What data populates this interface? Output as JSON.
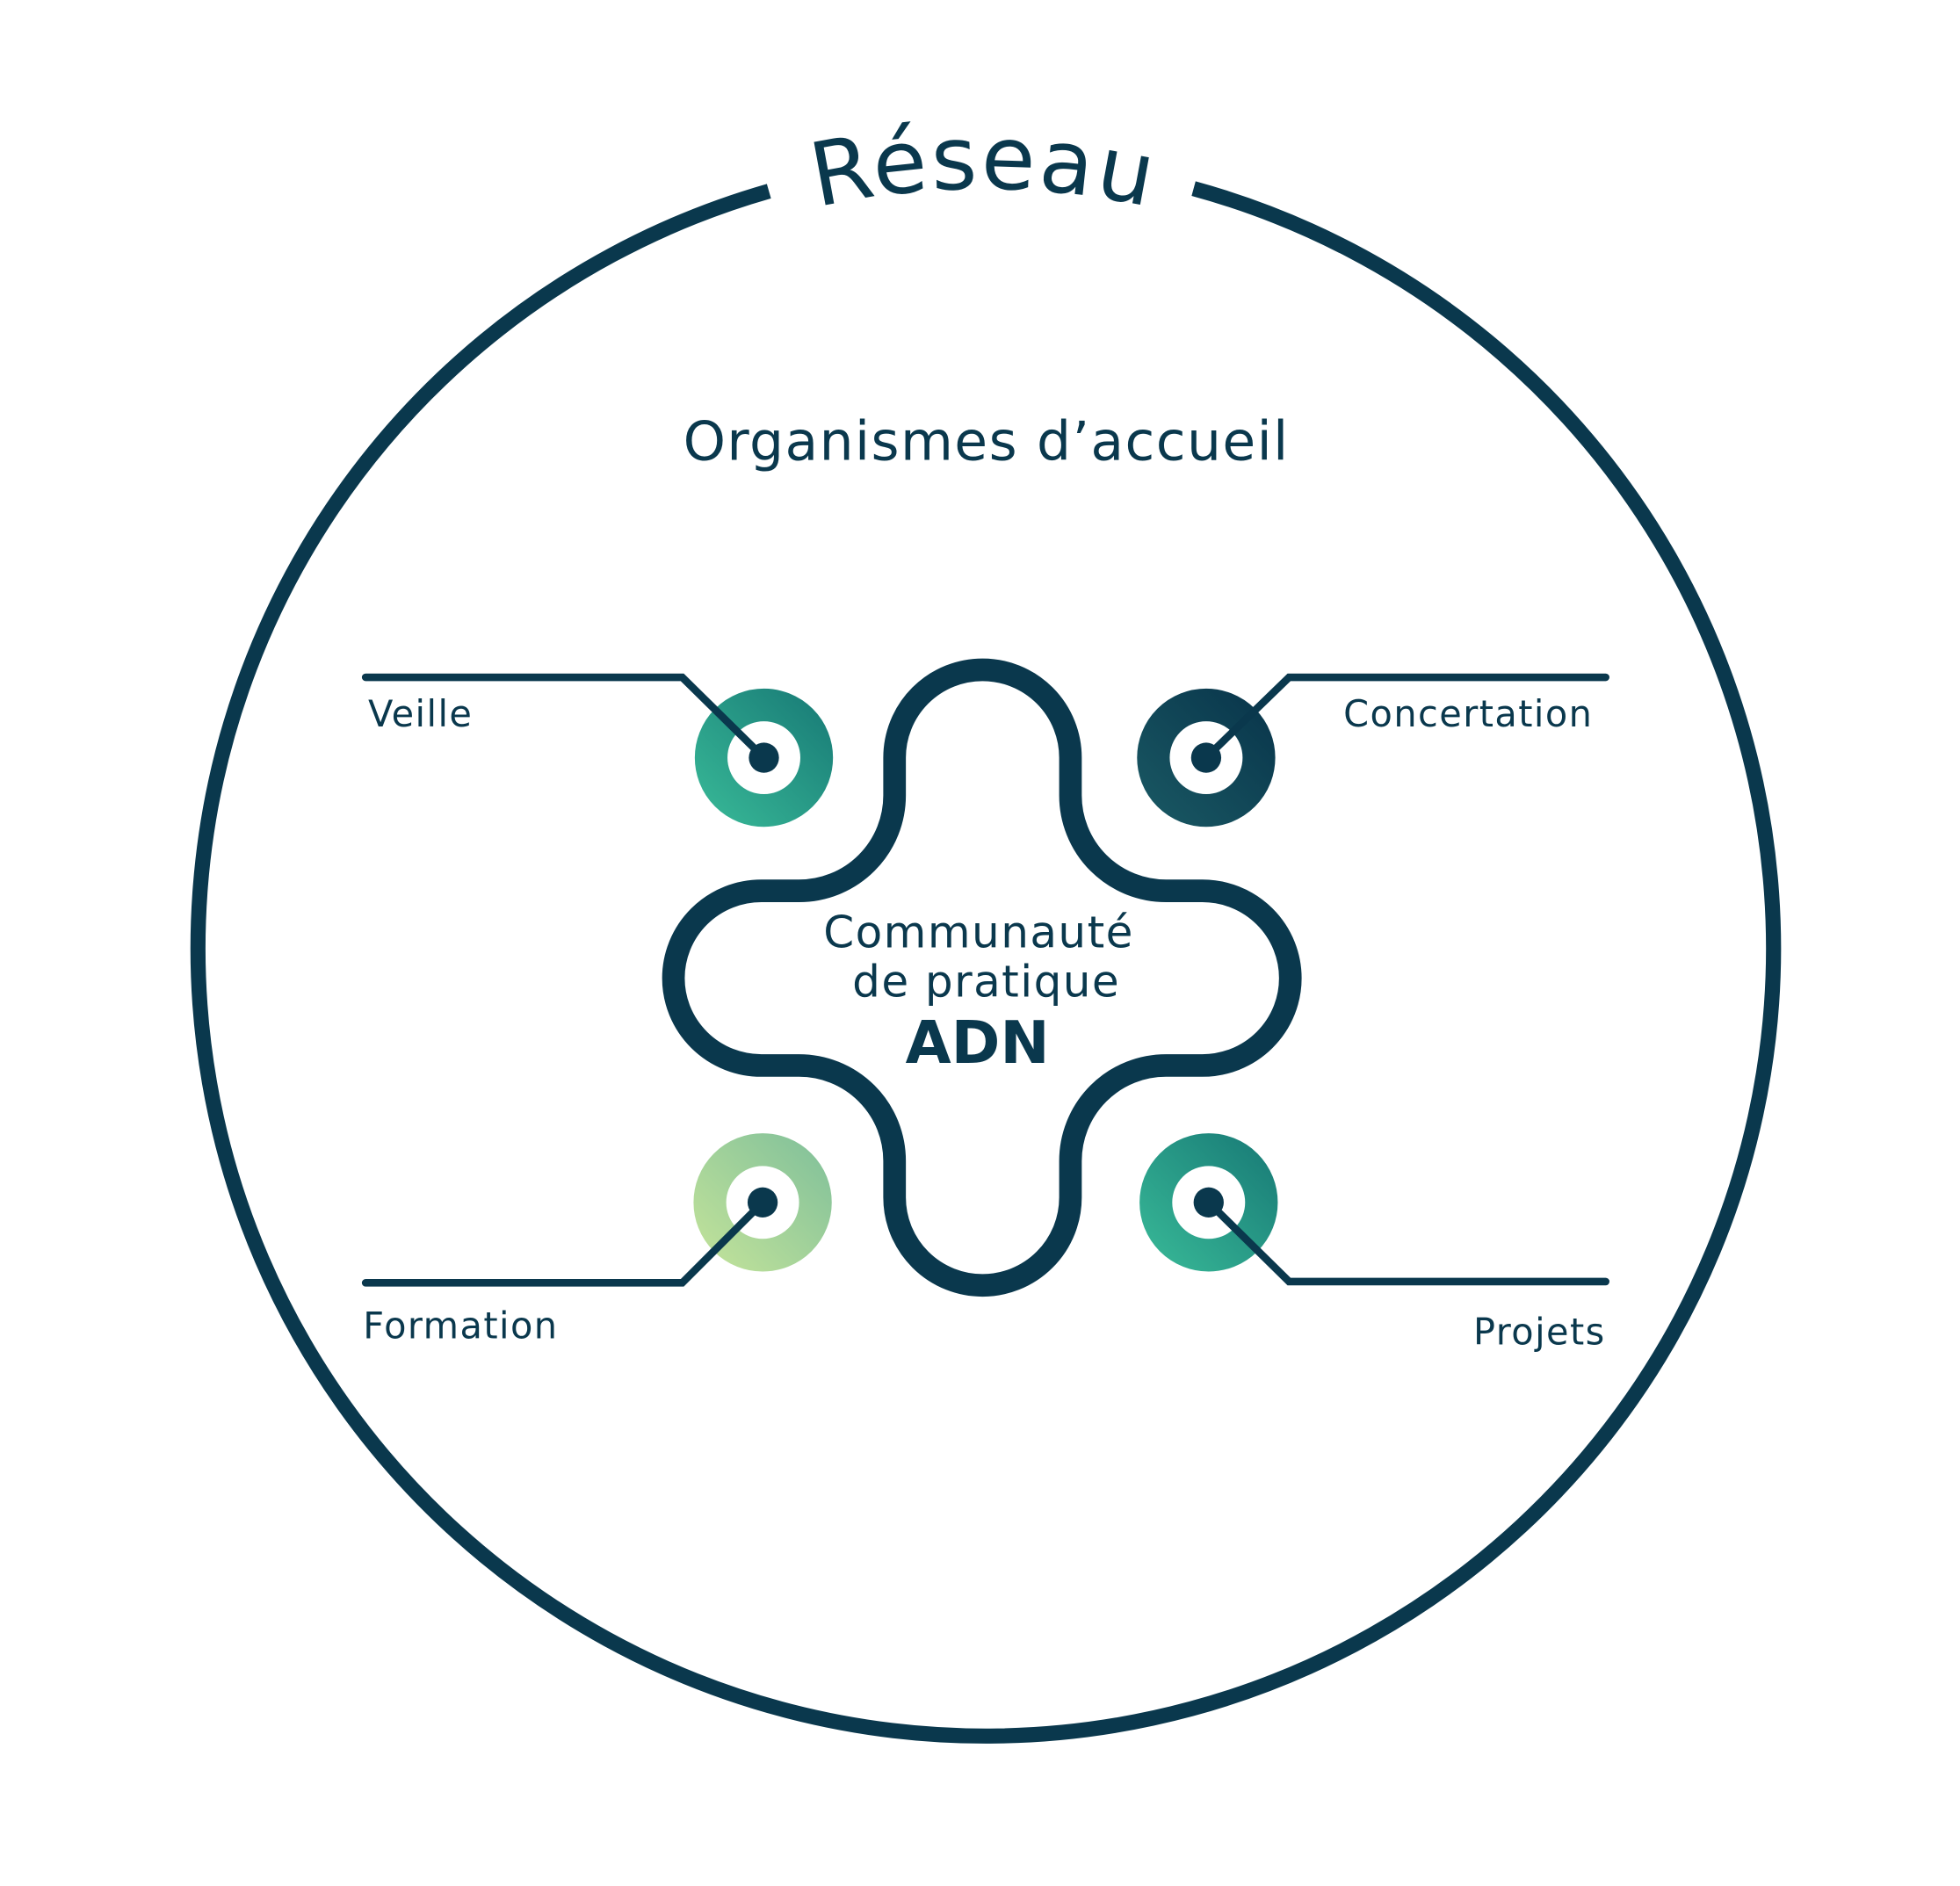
{
  "title": "Réseau",
  "subtitle": "Organismes d’accueil",
  "center": {
    "line1": "Communauté",
    "line2": "de pratique",
    "line3": "ADN"
  },
  "nodes": {
    "veille": "Veille",
    "concertation": "Concertation",
    "formation": "Formation",
    "projets": "Projets"
  },
  "colors": {
    "primary": "#0a384d",
    "teal": "#2aa88e",
    "dark_teal": "#14495a",
    "light_green": "#b3d996"
  }
}
